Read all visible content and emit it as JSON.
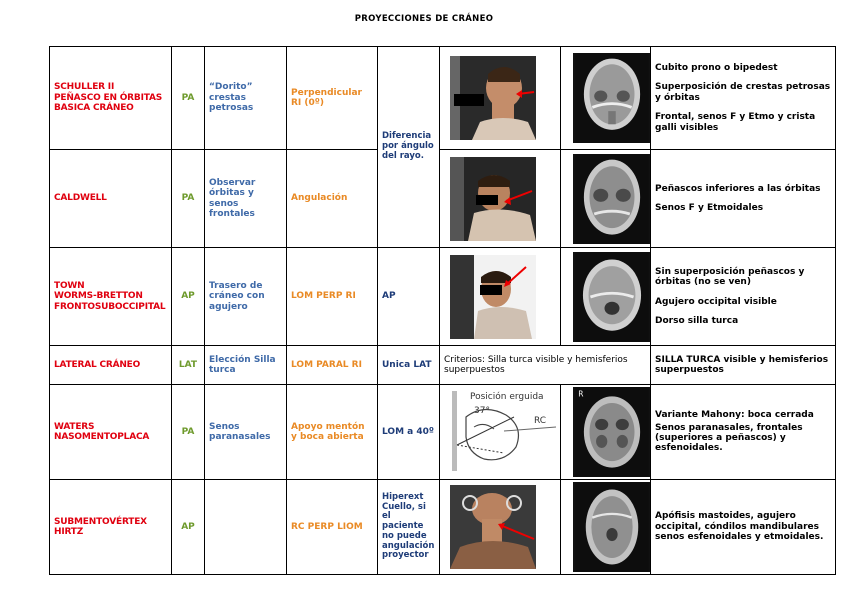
{
  "title": "PROYECCIONES DE CRÁNEO",
  "merged_note": "Diferencia por ángulo del rayo.",
  "rows": [
    {
      "name": [
        "SCHULLER II",
        "PEÑASCO EN ÓRBITAS",
        "BASICA CRÁNEO"
      ],
      "position": "PA",
      "objective": "“Dorito” crestas petrosas",
      "ray": "Perpendicular RI (0º)",
      "desc": [
        "Cubito prono o bipedest",
        "Superposición de crestas petrosas y órbitas",
        "Frontal, senos F y Etmo y crista galli visibles"
      ]
    },
    {
      "name": [
        "CALDWELL"
      ],
      "position": "PA",
      "objective": "Observar órbitas y senos frontales",
      "ray": "Angulación",
      "desc": [
        "Peñascos inferiores a las órbitas",
        "Senos F y Etmoidales"
      ]
    },
    {
      "name": [
        "TOWN",
        "WORMS-BRETTON",
        "FRONTOSUBOCCIPITAL"
      ],
      "position": "AP",
      "objective": "Trasero de cráneo con agujero",
      "ray": "LOM PERP RI",
      "extra": "AP",
      "desc": [
        "Sin superposición peñascos y órbitas (no se ven)",
        "Agujero occipital visible",
        "Dorso silla turca"
      ]
    },
    {
      "name": [
        "LATERAL CRÁNEO"
      ],
      "position": "LAT",
      "objective": "Elección Silla turca",
      "ray": "LOM PARAL RI",
      "extra": "Unica LAT",
      "criteria": "Criterios: Silla turca visible y hemisferios superpuestos",
      "desc": [
        "SILLA TURCA visible y hemisferios superpuestos"
      ]
    },
    {
      "name": [
        "WATERS",
        "NASOMENTOPLACA"
      ],
      "position": "PA",
      "objective": "Senos paranasales",
      "ray": "Apoyo mentón y boca abierta",
      "extra": "LOM a 40º",
      "diagram_label": "Posición erguida",
      "diagram_angle": "37°",
      "diagram_rc": "RC",
      "xray_marker": "R",
      "desc": [
        "Variante Mahony: boca cerrada",
        "Senos paranasales, frontales (superiores a peñascos) y esfenoidales."
      ]
    },
    {
      "name": [
        "SUBMENTOVÉRTEX",
        "HIRTZ"
      ],
      "position": "AP",
      "objective": "",
      "ray": "RC PERP LIOM",
      "extra": "Hiperext Cuello, si el paciente no puede angulación proyector",
      "desc": [
        "Apófisis mastoides, agujero occipital, cóndilos mandibulares senos esfenoidales y etmoidales."
      ]
    }
  ]
}
